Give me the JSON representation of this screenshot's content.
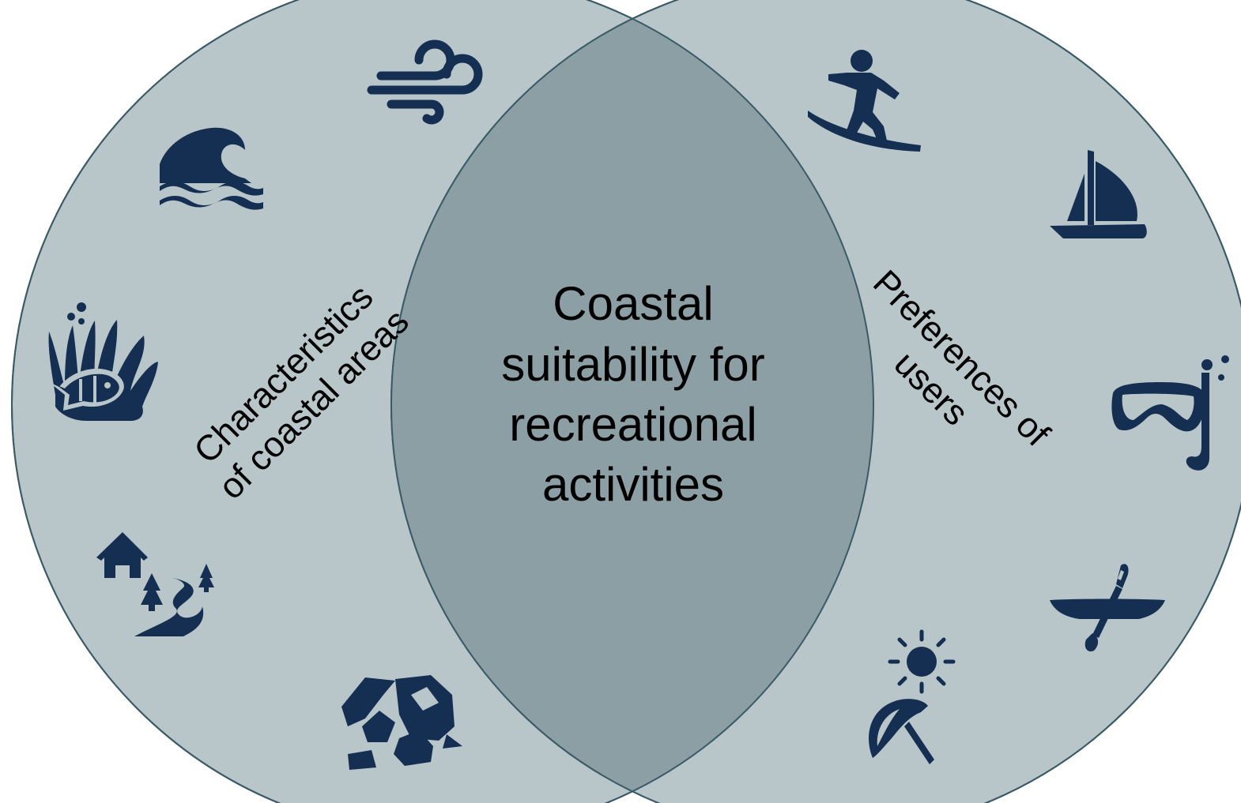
{
  "diagram": {
    "type": "venn",
    "colors": {
      "circle_fill": "#b8c5c9",
      "overlap_fill": "#8b9fa5",
      "circle_stroke": "#3a5a66",
      "icon_color": "#142f52"
    },
    "left_set": {
      "label_line1": "Characteristics",
      "label_line2": "of coastal areas",
      "icons": [
        "wind-icon",
        "wave-icon",
        "coral-reef-fish-icon",
        "house-river-trees-icon",
        "rocks-icon"
      ]
    },
    "right_set": {
      "label_line1": "Preferences of",
      "label_line2": "users",
      "icons": [
        "surfing-icon",
        "sailboat-icon",
        "snorkel-mask-icon",
        "kayak-icon",
        "sun-umbrella-icon"
      ]
    },
    "intersection": {
      "label_lines": [
        "Coastal",
        "suitability for",
        "recreational",
        "activities"
      ]
    }
  }
}
